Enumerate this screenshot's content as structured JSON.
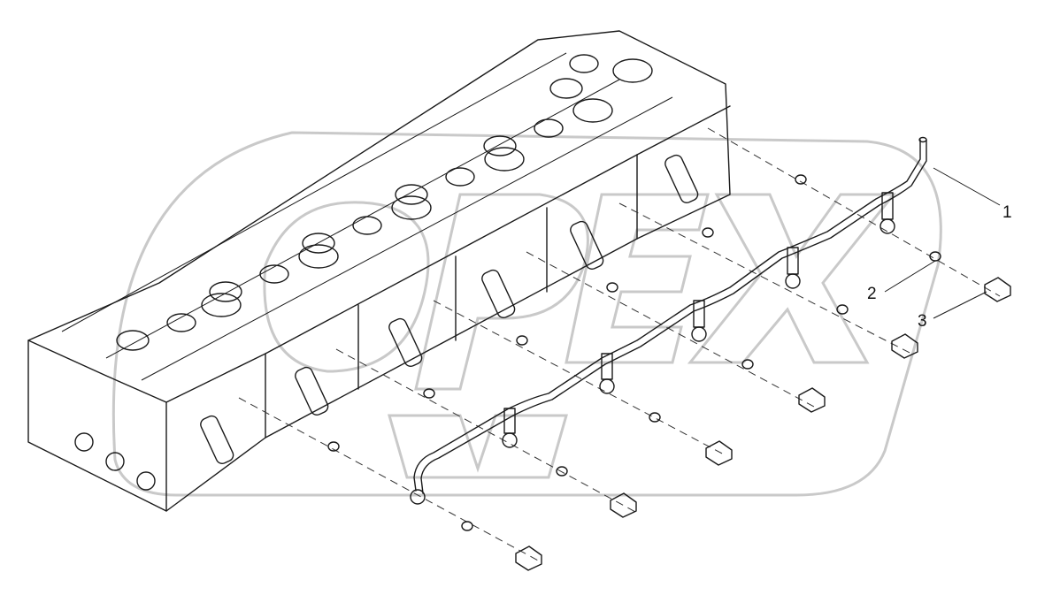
{
  "diagram": {
    "callouts": [
      {
        "id": "1",
        "label": "1"
      },
      {
        "id": "2",
        "label": "2"
      },
      {
        "id": "3",
        "label": "3"
      }
    ],
    "colors": {
      "line": "#1a1a1a",
      "watermark": "#c9c9c9",
      "background": "#ffffff"
    }
  }
}
